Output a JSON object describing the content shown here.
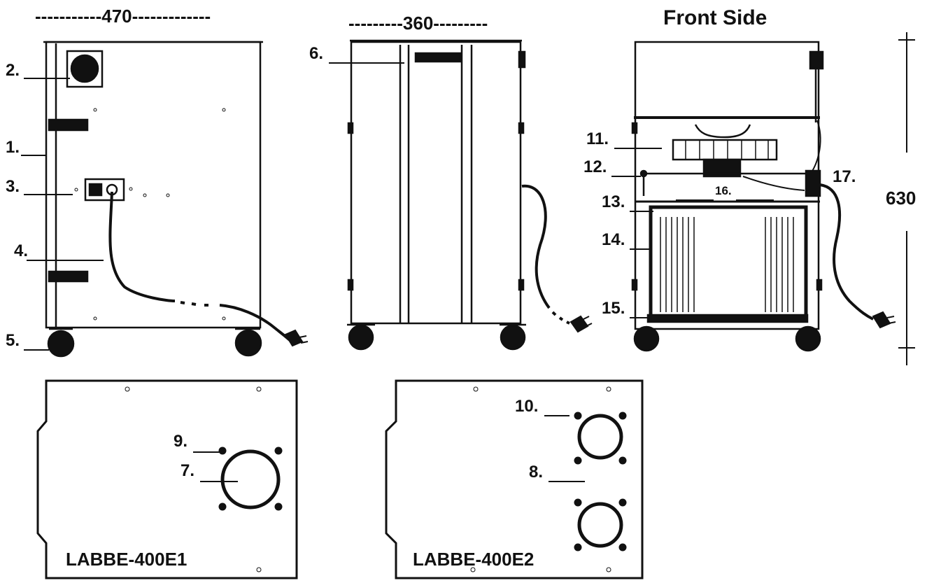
{
  "dimensions": {
    "width": "470",
    "depth": "360",
    "height": "630"
  },
  "dimension_text": {
    "width": "-----------470-------------",
    "depth": "---------360---------",
    "height": "630"
  },
  "view_titles": {
    "front": "Front Side"
  },
  "labels": {
    "l1": "1.",
    "l2": "2.",
    "l3": "3.",
    "l4": "4.",
    "l5": "5.",
    "l6": "6.",
    "l7": "7.",
    "l8": "8.",
    "l9": "9.",
    "l10": "10.",
    "l11": "11.",
    "l12": "12.",
    "l13": "13.",
    "l14": "14.",
    "l15": "15.",
    "l16": "16.",
    "l17": "17."
  },
  "models": {
    "e1": "LABBE-400E1",
    "e2": "LABBE-400E2"
  },
  "colors": {
    "ink": "#111111",
    "paper": "#ffffff"
  }
}
